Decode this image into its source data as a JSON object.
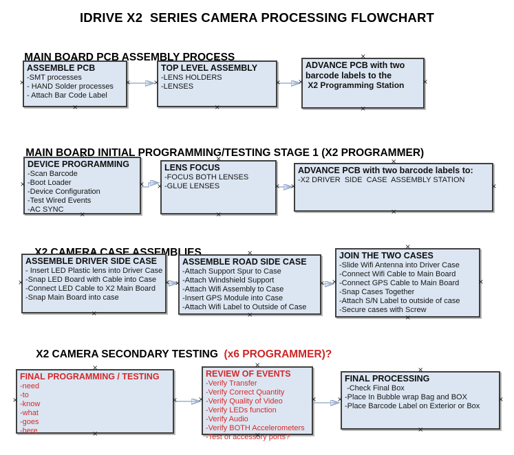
{
  "title": "IDRIVE X2  SERIES CAMERA PROCESSING FLOWCHART",
  "colors": {
    "background": "#ffffff",
    "box_fill": "#dce6f2",
    "box_border": "#3f3f3f",
    "red_text": "#d22a2a",
    "arrow_line": "#9bb0cd",
    "arrow_head": "#2e4d8f",
    "text": "#000000"
  },
  "sections": [
    {
      "heading": "MAIN BOARD PCB ASSEMBLY PROCESS",
      "boxes": [
        {
          "heading": "ASSEMBLE PCB",
          "items": [
            "-SMT processes",
            "- HAND Solder processes",
            "- Attach Bar Code Label"
          ]
        },
        {
          "heading": "TOP LEVEL ASSEMBLY",
          "items": [
            "-LENS HOLDERS",
            "-LENSES"
          ]
        },
        {
          "heading": "ADVANCE PCB with two barcode labels to the",
          "items": [
            " X2 Programming Station"
          ]
        }
      ]
    },
    {
      "heading": "MAIN BOARD INITIAL PROGRAMMING/TESTING STAGE 1 (X2 PROGRAMMER)",
      "boxes": [
        {
          "heading": "DEVICE PROGRAMMING",
          "items": [
            "-Scan Barcode",
            "-Boot Loader",
            "-Device Configuration",
            "-Test Wired Events",
            "-AC SYNC"
          ]
        },
        {
          "heading": "LENS FOCUS",
          "items": [
            "-FOCUS BOTH LENSES",
            "-GLUE LENSES"
          ]
        },
        {
          "heading": "ADVANCE PCB with two barcode labels to:",
          "items": [
            "-X2 DRIVER  SIDE  CASE  ASSEMBLY STATION"
          ]
        }
      ]
    },
    {
      "heading": "X2 CAMERA CASE ASSEMBLIES",
      "boxes": [
        {
          "heading": "ASSEMBLE DRIVER SIDE CASE",
          "items": [
            "- Insert LED Plastic lens into Driver Case",
            "-Snap LED Board with Cable into Case",
            "-Connect LED Cable to X2 Main Board",
            "-Snap Main Board into case"
          ]
        },
        {
          "heading": "ASSEMBLE ROAD SIDE CASE",
          "items": [
            "-Attach Support Spur to Case",
            "-Attach Windshield Support",
            "-Attach Wifi Assembly to Case",
            "-Insert GPS Module into Case",
            "-Attach Wifi Label to Outside of Case"
          ]
        },
        {
          "heading": "JOIN THE TWO CASES",
          "items": [
            "-Slide Wifi Antenna into Driver Case",
            "-Connect Wifi Cable to Main Board",
            "-Connect GPS Cable to Main Board",
            "-Snap Cases Together",
            "-Attach S/N Label to outside of case",
            "-Secure cases with Screw"
          ]
        }
      ]
    },
    {
      "heading": "X2 CAMERA SECONDARY TESTING",
      "heading_accent": "  (x6 PROGRAMMER)?",
      "boxes": [
        {
          "heading": "FINAL PROGRAMMING / TESTING",
          "items": [
            "-need",
            "-to",
            "-know",
            "-what",
            "-goes",
            "-here"
          ]
        },
        {
          "heading": "REVIEW OF EVENTS",
          "items": [
            "-Verify Transfer",
            "-Verify Correct Quantity",
            "-Verify Quality of Video",
            "-Verify LEDs function",
            "-Verify Audio",
            "-Verify BOTH Accelerometers",
            "-Test of accessory ports?"
          ]
        },
        {
          "heading": "FINAL PROCESSING",
          "items": [
            " -Check Final Box",
            "-Place In Bubble wrap Bag and BOX",
            "-Place Barcode Label on Exterior or Box"
          ]
        }
      ]
    }
  ]
}
